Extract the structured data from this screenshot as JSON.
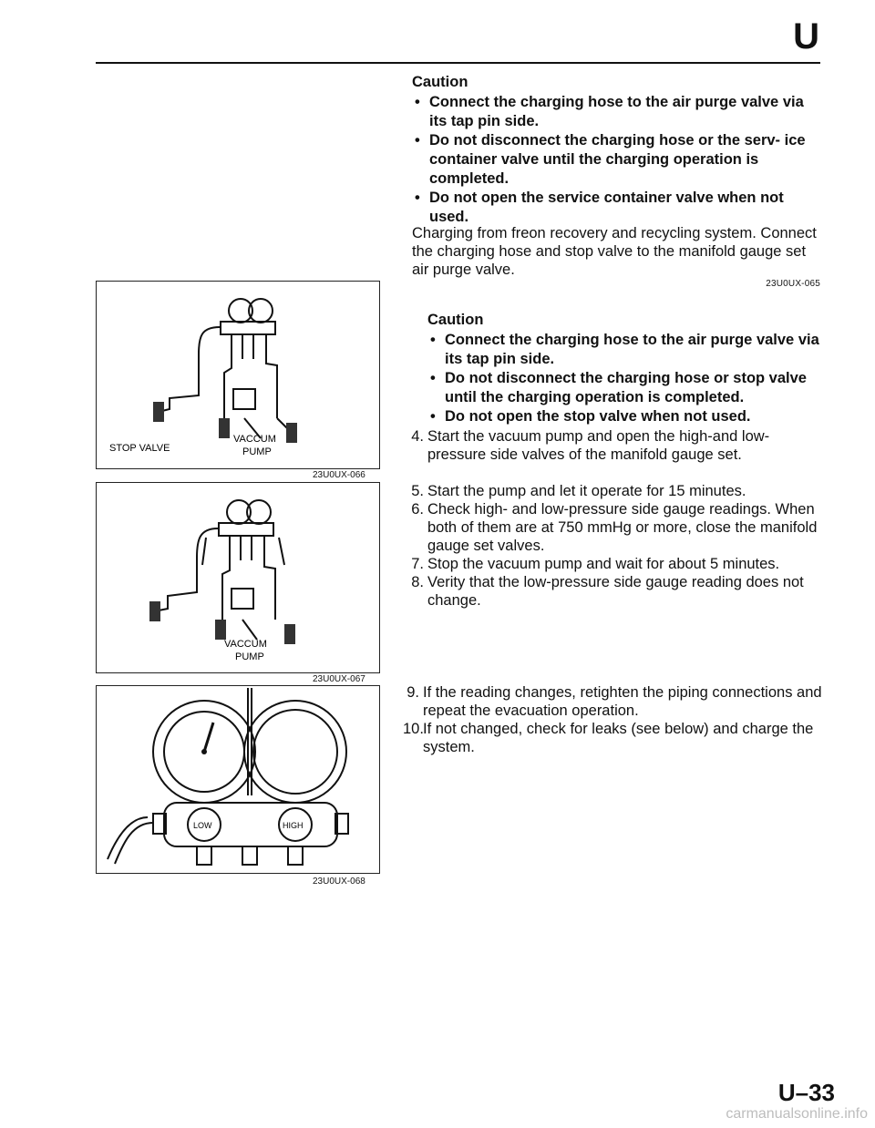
{
  "header": {
    "section": "U"
  },
  "caution1": {
    "title": "Caution",
    "items": [
      "Connect the charging hose to the air purge valve via its tap pin side.",
      "Do not disconnect the charging hose or the serv- ice container valve until the charging operation is completed.",
      "Do not open the service container valve when not used."
    ]
  },
  "intro": {
    "paragraph": "Charging from freon recovery and recycling system. Connect the charging hose and stop valve to the manifold gauge set air purge valve.",
    "code": "23U0UX-065"
  },
  "caution2": {
    "title": "Caution",
    "items": [
      "Connect the charging hose to the air purge valve via its tap pin side.",
      "Do not disconnect the charging hose or stop valve until the charging operation is completed.",
      "Do not open the stop valve when not used."
    ]
  },
  "steps_a": [
    {
      "num": "4.",
      "text": "Start the vacuum pump and open the high-and low-pressure side valves of the manifold gauge set."
    }
  ],
  "steps_b": [
    {
      "num": "5.",
      "text": "Start the pump and let it operate for 15 minutes."
    },
    {
      "num": "6.",
      "text": "Check high- and low-pressure side gauge readings. When both of them are at 750 mmHg or more, close the manifold gauge set valves."
    },
    {
      "num": "7.",
      "text": "Stop the vacuum pump and wait for about 5 minutes."
    },
    {
      "num": "8.",
      "text": "Verity that the low-pressure side gauge reading does not change."
    }
  ],
  "steps_c": [
    {
      "num": "9.",
      "text": "If the reading changes, retighten the piping connections and repeat the evacuation operation."
    },
    {
      "num": "10.",
      "text": "If not changed, check for leaks (see below) and charge the system."
    }
  ],
  "figures": {
    "fig1": {
      "code": "23U0UX-066",
      "label_stop_valve": "STOP VALVE",
      "label_pump_1": "VACCUM",
      "label_pump_2": "PUMP"
    },
    "fig2": {
      "code": "23U0UX-067",
      "label_pump_1": "VACCUM",
      "label_pump_2": "PUMP"
    },
    "fig3": {
      "code": "23U0UX-068",
      "label_low": "LOW",
      "label_high": "HIGH"
    }
  },
  "footer": {
    "page": "U–33",
    "watermark": "carmanualsonline.info"
  }
}
